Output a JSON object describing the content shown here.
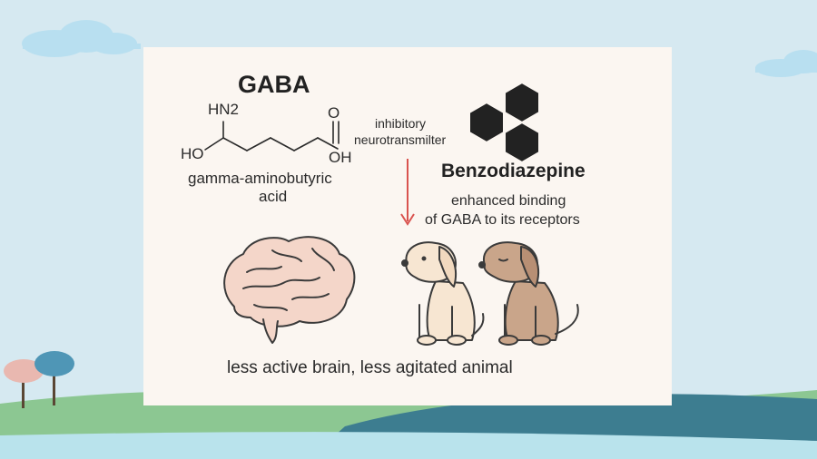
{
  "molecule": {
    "title": "GABA",
    "full_name_line1": "gamma-aminobutyric",
    "full_name_line2": "acid",
    "atoms": {
      "amine": "HN2",
      "hydroxyl_left": "HO",
      "carbonyl_o": "O",
      "hydroxyl_right": "OH"
    }
  },
  "role": {
    "line1": "inhibitory",
    "line2": "neurotransmilter"
  },
  "drug": {
    "name": "Benzodiazepine",
    "effect_line1": "enhanced binding",
    "effect_line2": "of GABA to its receptors"
  },
  "caption": "less active brain, less agitated animal",
  "colors": {
    "sky": "#d6e9f1",
    "card": "#fbf6f1",
    "arrow": "#d9534f",
    "hexagon": "#222222",
    "brain": "#f4d6c9",
    "puppy_light": "#f7e6d2",
    "puppy_dark": "#c9a58a",
    "hill_green": "#8cc792",
    "hill_teal": "#3d7d90",
    "water": "#b9e3ec"
  },
  "icons": [
    "brain-icon",
    "puppy-light-icon",
    "puppy-dark-icon",
    "hexagon-cluster-icon",
    "down-arrow-icon",
    "tree-icon",
    "cloud-icon"
  ]
}
